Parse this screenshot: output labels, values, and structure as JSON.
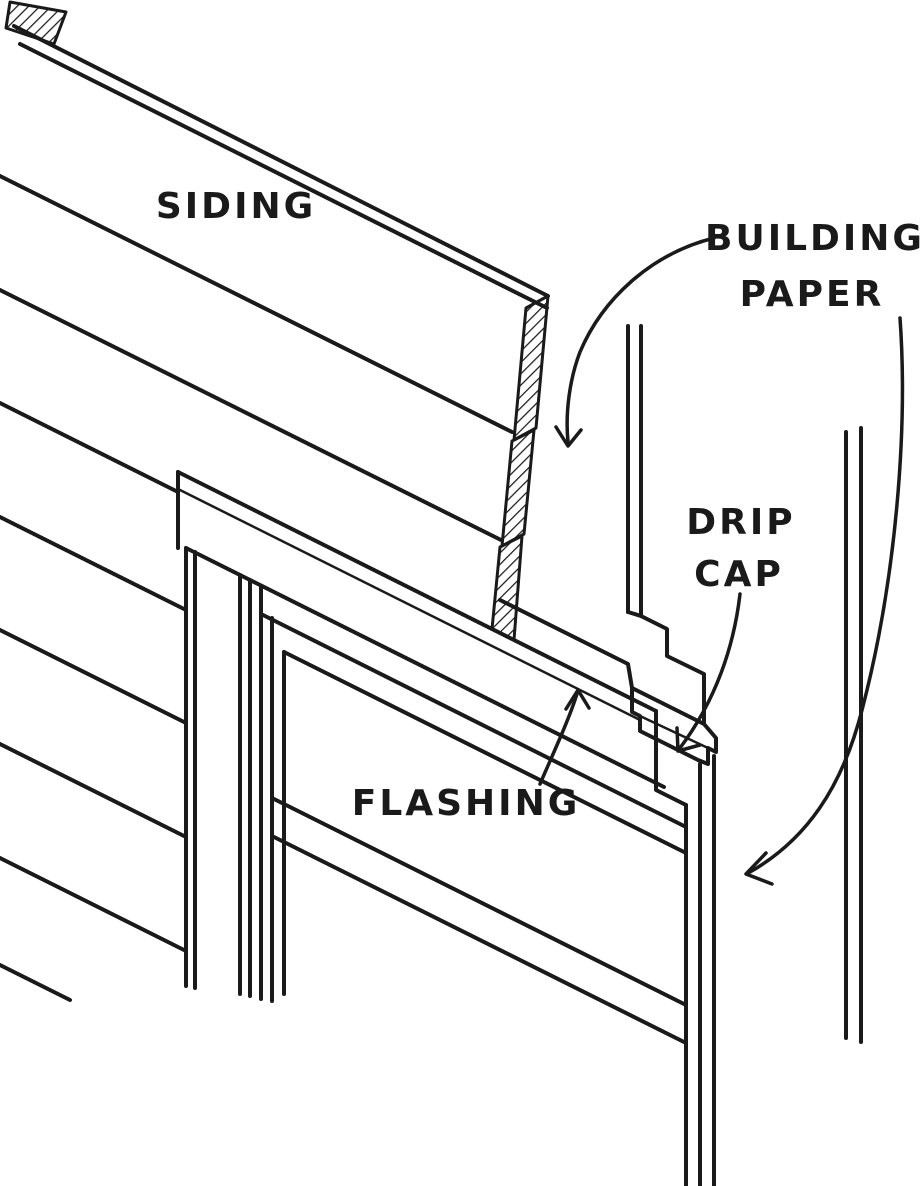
{
  "figure": {
    "kind": "construction-detail-sketch",
    "labels": {
      "siding": "SIDING",
      "building_paper": {
        "line1": "BUILDING",
        "line2": "PAPER"
      },
      "drip_cap": {
        "line1": "DRIP",
        "line2": "CAP"
      },
      "flashing": "FLASHING"
    },
    "colors": {
      "ink": "#1a1a1a",
      "background": "#ffffff"
    }
  }
}
